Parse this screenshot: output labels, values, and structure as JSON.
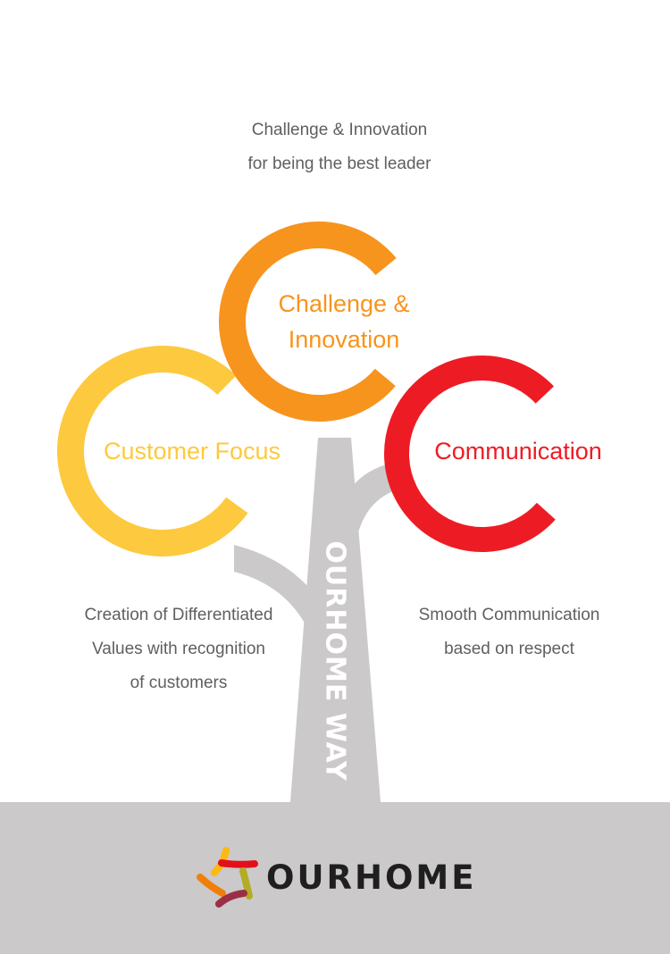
{
  "top_description": [
    "Challenge & Innovation",
    "for being the best leader"
  ],
  "values": [
    {
      "label": [
        "Challenge &",
        "Innovation"
      ],
      "color": "#f7941d"
    },
    {
      "label": [
        "Customer Focus"
      ],
      "color": "#fdc93e"
    },
    {
      "label": [
        "Communication"
      ],
      "color": "#ed1c24"
    }
  ],
  "left_description": [
    "Creation of Differentiated",
    "Values with recognition",
    "of customers"
  ],
  "right_description": [
    "Smooth Communication",
    "based on respect"
  ],
  "trunk_label": "OURHOME WAY",
  "brand": {
    "name": "OURHOME",
    "logo_colors": [
      "#fdb913",
      "#e2101a",
      "#f07f09",
      "#b3ac26",
      "#9b2f46"
    ]
  },
  "colors": {
    "tree": "#cbc9ca",
    "text": "#5f5f5f"
  }
}
